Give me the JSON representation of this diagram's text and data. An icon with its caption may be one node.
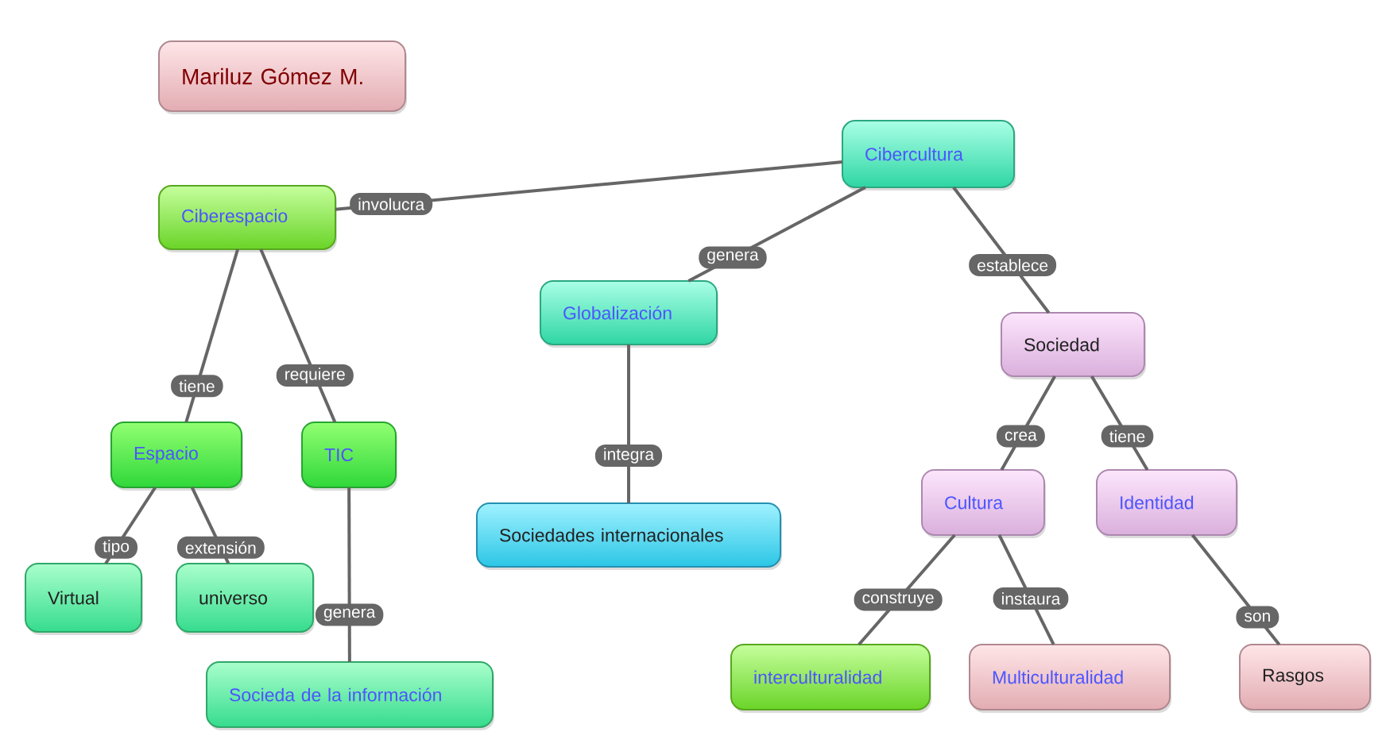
{
  "diagram": {
    "nodes": [
      {
        "text": [
          "Mariluz Gómez M."
        ]
      },
      {
        "text": [
          "Cibercultura"
        ]
      },
      {
        "text": [
          "Ciberespacio"
        ]
      },
      {
        "text": [
          "Globalización"
        ]
      },
      {
        "text": [
          "Sociedad"
        ]
      },
      {
        "text": [
          "Espacio"
        ]
      },
      {
        "text": [
          "TIC"
        ]
      },
      {
        "text": [
          "Cultura"
        ]
      },
      {
        "text": [
          "Identidad"
        ]
      },
      {
        "text": [
          "Sociedades internacionales"
        ]
      },
      {
        "text": [
          "Virtual"
        ]
      },
      {
        "text": [
          "universo"
        ]
      },
      {
        "text": [
          "interculturalidad"
        ]
      },
      {
        "text": [
          "Multiculturalidad"
        ]
      },
      {
        "text": [
          "Rasgos"
        ]
      },
      {
        "text": [
          "Socieda de la información"
        ]
      }
    ],
    "edges": [
      {
        "from": 1,
        "to": 2,
        "arrow": "none",
        "label": "involucra"
      },
      {
        "from": 1,
        "to": 3,
        "arrow": "none",
        "label": "genera"
      },
      {
        "from": 1,
        "to": 4,
        "arrow": "none",
        "label": "establece"
      },
      {
        "from": 2,
        "to": 5,
        "arrow": "none",
        "label": "tiene"
      },
      {
        "from": 2,
        "to": 6,
        "arrow": "none",
        "label": "requiere"
      },
      {
        "from": 3,
        "to": 9,
        "arrow": "none",
        "label": "integra"
      },
      {
        "from": 4,
        "to": 7,
        "arrow": "none",
        "label": "crea"
      },
      {
        "from": 4,
        "to": 8,
        "arrow": "none",
        "label": "tiene"
      },
      {
        "from": 5,
        "to": 10,
        "arrow": "none",
        "label": "tipo"
      },
      {
        "from": 5,
        "to": 11,
        "arrow": "none",
        "label": "extensión"
      },
      {
        "from": 6,
        "to": 15,
        "arrow": "none",
        "label": "genera"
      },
      {
        "from": 7,
        "to": 12,
        "arrow": "none",
        "label": "construye"
      },
      {
        "from": 7,
        "to": 13,
        "arrow": "none",
        "label": "instaura"
      },
      {
        "from": 8,
        "to": 14,
        "arrow": "none",
        "label": "son"
      }
    ]
  }
}
